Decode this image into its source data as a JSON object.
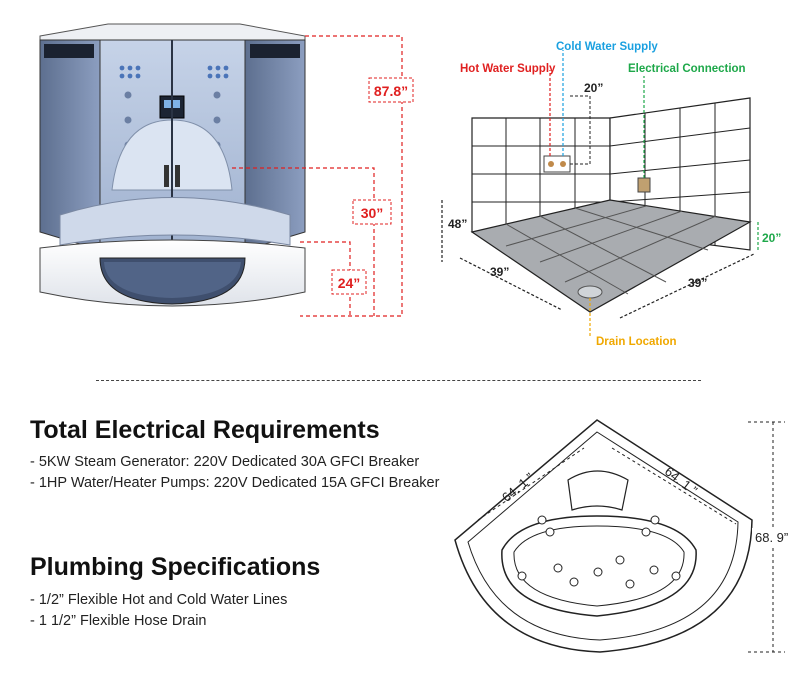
{
  "shower": {
    "height_label": "87.8”",
    "seat_label": "30”",
    "tub_label": "24”",
    "colors": {
      "dimension": "#e02020",
      "glass": "#a9bad6",
      "dark_glass": "#2e3848"
    }
  },
  "room": {
    "hot_water_label": "Hot Water Supply",
    "cold_water_label": "Cold Water Supply",
    "electrical_label": "Electrical Connection",
    "drain_label": "Drain Location",
    "supply_spacing_label": "20”",
    "supply_height_label": "48”",
    "electrical_height_label": "20”",
    "left_wall_label": "39”",
    "right_wall_label": "39”",
    "colors": {
      "hot": "#e02020",
      "cold": "#1aa0e0",
      "electrical": "#1ea84a",
      "drain": "#f0a800"
    }
  },
  "electrical": {
    "title": "Total Electrical Requirements",
    "items": [
      "- 5KW Steam Generator: 220V Dedicated 30A GFCI Breaker",
      "- 1HP Water/Heater Pumps: 220V Dedicated 15A GFCI Breaker"
    ]
  },
  "plumbing": {
    "title": "Plumbing Specifications",
    "items": [
      "- 1/2” Flexible Hot and Cold Water Lines",
      "- 1 1/2” Flexible Hose Drain"
    ]
  },
  "tub": {
    "left_side_label": "64. 1 ”",
    "right_side_label": "64. 1 ”",
    "depth_label": "68. 9”"
  }
}
